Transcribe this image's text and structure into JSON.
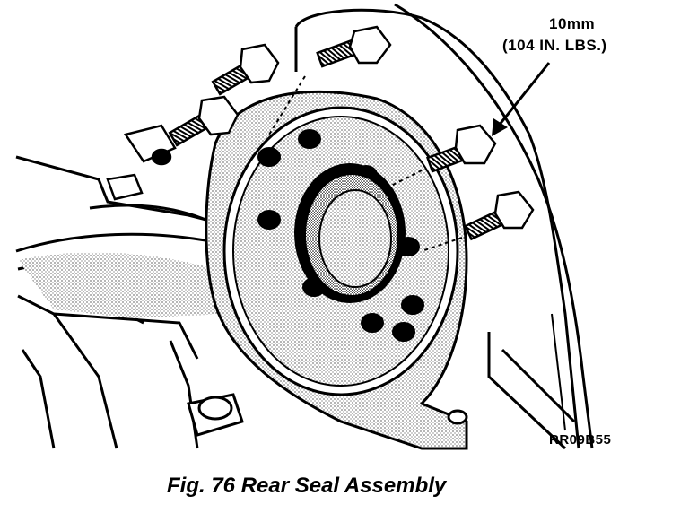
{
  "torque_callout": {
    "size": "10mm",
    "value": "(104 IN. LBS.)"
  },
  "reference_code": "RR09B55",
  "caption": "Fig. 76 Rear Seal Assembly"
}
